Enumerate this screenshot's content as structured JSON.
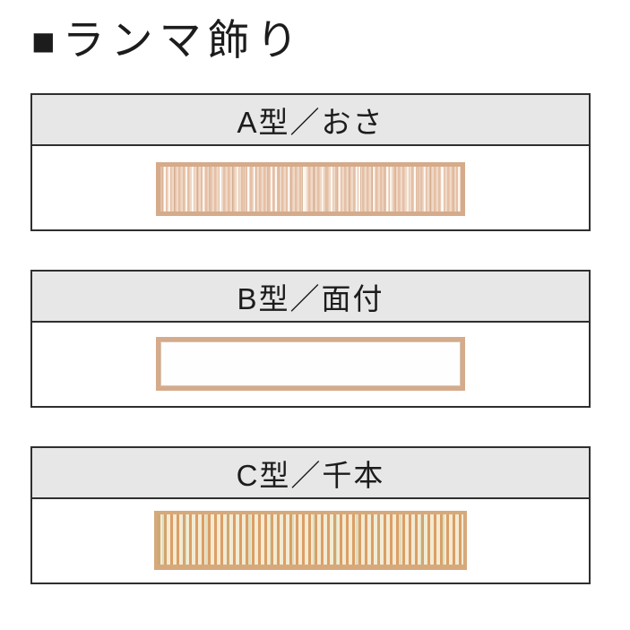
{
  "title": {
    "bullet": "■",
    "text": "ランマ飾り"
  },
  "sections": [
    {
      "id": "A",
      "label": "A型／おさ",
      "panel": "osa-reed-slat-panel"
    },
    {
      "id": "B",
      "label": "B型／面付",
      "panel": "mentsuke-plain-frame-panel"
    },
    {
      "id": "C",
      "label": "C型／千本",
      "panel": "senbon-dense-slat-panel"
    }
  ],
  "colors": {
    "header_background": "#e7e7e7",
    "box_border": "#2f2f2f",
    "text": "#1c1c1c",
    "wood_frame": "#d5ab8b",
    "wood_slat_dark": "#db9f66",
    "wood_slat_light": "#f3ebd3",
    "osa_slat_dark": "#e5bfa6",
    "osa_slat_light": "#efd9c6",
    "mentsuke_fill": "#fdfefd"
  }
}
